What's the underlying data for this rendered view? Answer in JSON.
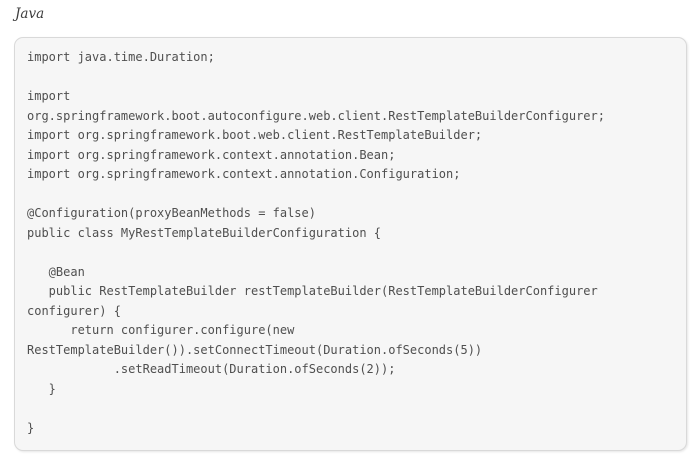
{
  "page": {
    "background": "#ffffff"
  },
  "code_block": {
    "title": "Java",
    "language": "java",
    "background_color": "#f6f6f6",
    "border_color": "#d9d9d9",
    "text_color": "#4f4f4f",
    "title_color": "#3e3e3e",
    "lines": [
      "import java.time.Duration;",
      "",
      "import",
      "org.springframework.boot.autoconfigure.web.client.RestTemplateBuilderConfigurer;",
      "import org.springframework.boot.web.client.RestTemplateBuilder;",
      "import org.springframework.context.annotation.Bean;",
      "import org.springframework.context.annotation.Configuration;",
      "",
      "@Configuration(proxyBeanMethods = false)",
      "public class MyRestTemplateBuilderConfiguration {",
      "",
      "   @Bean",
      "   public RestTemplateBuilder restTemplateBuilder(RestTemplateBuilderConfigurer",
      "configurer) {",
      "      return configurer.configure(new",
      "RestTemplateBuilder()).setConnectTimeout(Duration.ofSeconds(5))",
      "            .setReadTimeout(Duration.ofSeconds(2));",
      "   }",
      "",
      "}"
    ]
  }
}
